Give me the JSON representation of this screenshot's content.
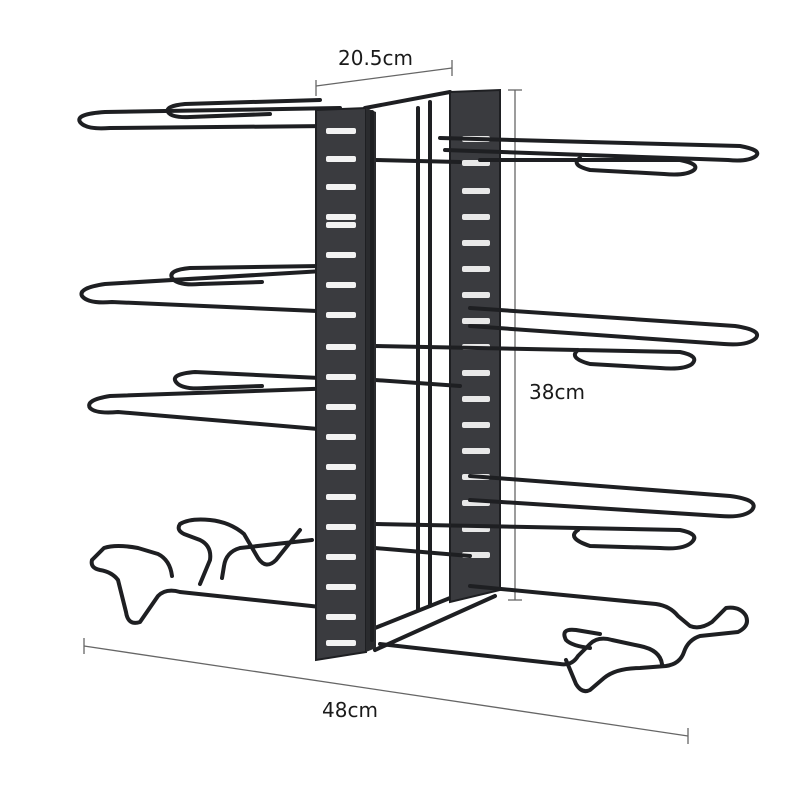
{
  "dimensions": {
    "width_label": "20.5cm",
    "height_label": "38cm",
    "length_label": "48cm"
  },
  "colors": {
    "rack": "#1e1f22",
    "panel": "#3a3b3f",
    "slot": "#f2f2f2",
    "dimension_line": "#555555"
  }
}
